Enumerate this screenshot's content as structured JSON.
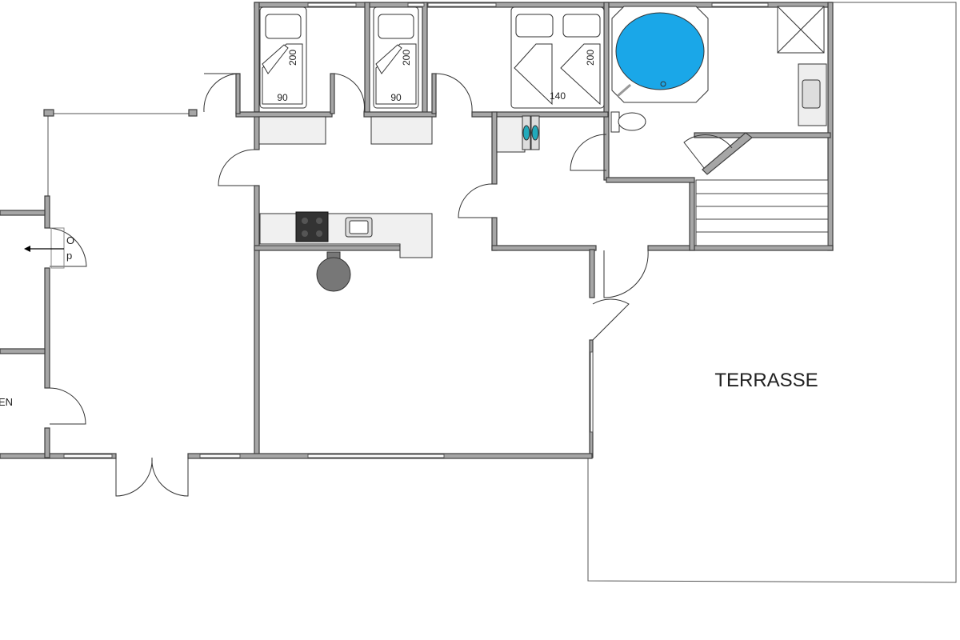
{
  "rooms": {
    "terrace_label": "TERRASSE",
    "partial_left_label": "EN"
  },
  "beds": [
    {
      "width": "90",
      "length": "200"
    },
    {
      "width": "90",
      "length": "200"
    },
    {
      "width": "140",
      "length": "200"
    }
  ],
  "symbols": {
    "o_label": "O",
    "p_label": "p"
  },
  "colors": {
    "wall": "#a6a6a6",
    "bathtub": "#1aa7e8"
  }
}
